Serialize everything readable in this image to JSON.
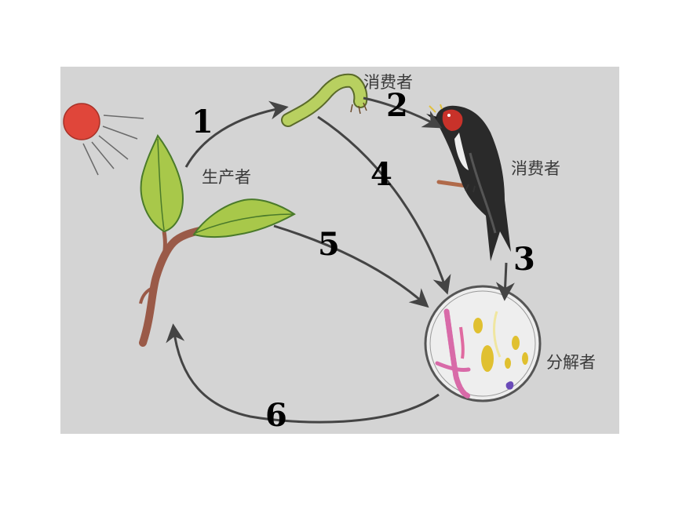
{
  "diagram": {
    "labels": {
      "producer": "生产者",
      "consumer_primary": "消费者",
      "consumer_secondary": "消费者",
      "decomposer": "分解者"
    },
    "step_numbers": [
      "1",
      "2",
      "3",
      "4",
      "5",
      "6"
    ],
    "colors": {
      "background": "#d4d4d4",
      "sun": "#e0463a",
      "leaf": "#a8c84a",
      "stem": "#9a5a48",
      "arrow": "#444444",
      "caterpillar": "#b8d060",
      "bird_head": "#c8322a"
    }
  }
}
